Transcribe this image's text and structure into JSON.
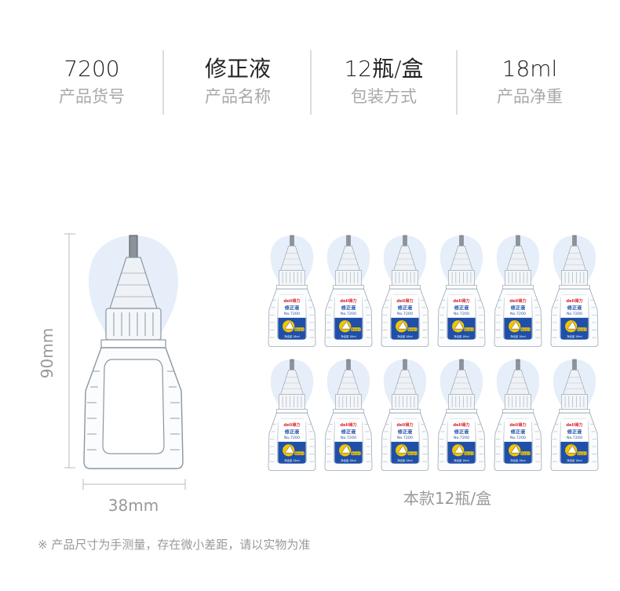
{
  "specs": [
    {
      "value": "7200",
      "label": "产品货号"
    },
    {
      "value": "修正液",
      "label": "产品名称"
    },
    {
      "value": "12瓶/盒",
      "label": "包装方式"
    },
    {
      "value": "18ml",
      "label": "产品净重"
    }
  ],
  "dimensions": {
    "height": "90mm",
    "width": "38mm"
  },
  "bottle_label": {
    "brand": "deli得力",
    "name": "修正液",
    "model": "No.7200",
    "badge": "笔尖设计",
    "net": "净含量 18ml"
  },
  "pack_caption": "本款12瓶/盒",
  "bottle_count": 12,
  "footnote": "※ 产品尺寸为手测量，存在微小差距，请以实物为准",
  "colors": {
    "label_blue": "#1f4fa8",
    "badge_yellow": "#f2c500",
    "glow": "#dce8f6"
  }
}
